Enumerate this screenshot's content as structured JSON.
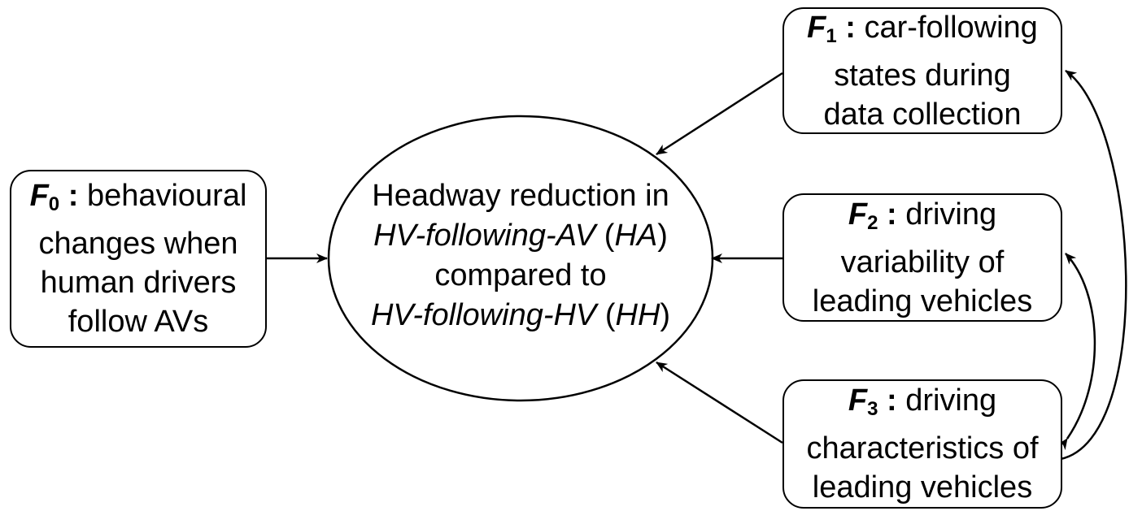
{
  "nodes": {
    "f0": {
      "letter": "F",
      "sub": "0",
      "sep": " : ",
      "lines": [
        "behavioural",
        "changes when",
        "human drivers",
        "follow AVs"
      ]
    },
    "f1": {
      "letter": "F",
      "sub": "1",
      "sep": " : ",
      "lines": [
        "car-following",
        "states during",
        "data collection"
      ]
    },
    "f2": {
      "letter": "F",
      "sub": "2",
      "sep": " : ",
      "lines": [
        "driving",
        "variability of",
        "leading vehicles"
      ]
    },
    "f3": {
      "letter": "F",
      "sub": "3",
      "sep": " : ",
      "lines": [
        "driving",
        "characteristics of",
        "leading vehicles"
      ]
    }
  },
  "center": {
    "line1": "Headway reduction in",
    "line2_italic": "HV-following-AV",
    "line2_paren_open": " (",
    "line2_abbr": "HA",
    "line2_paren_close": ")",
    "line3": "compared to",
    "line4_italic": "HV-following-HV",
    "line4_paren_open": " (",
    "line4_abbr": "HH",
    "line4_paren_close": ")"
  }
}
